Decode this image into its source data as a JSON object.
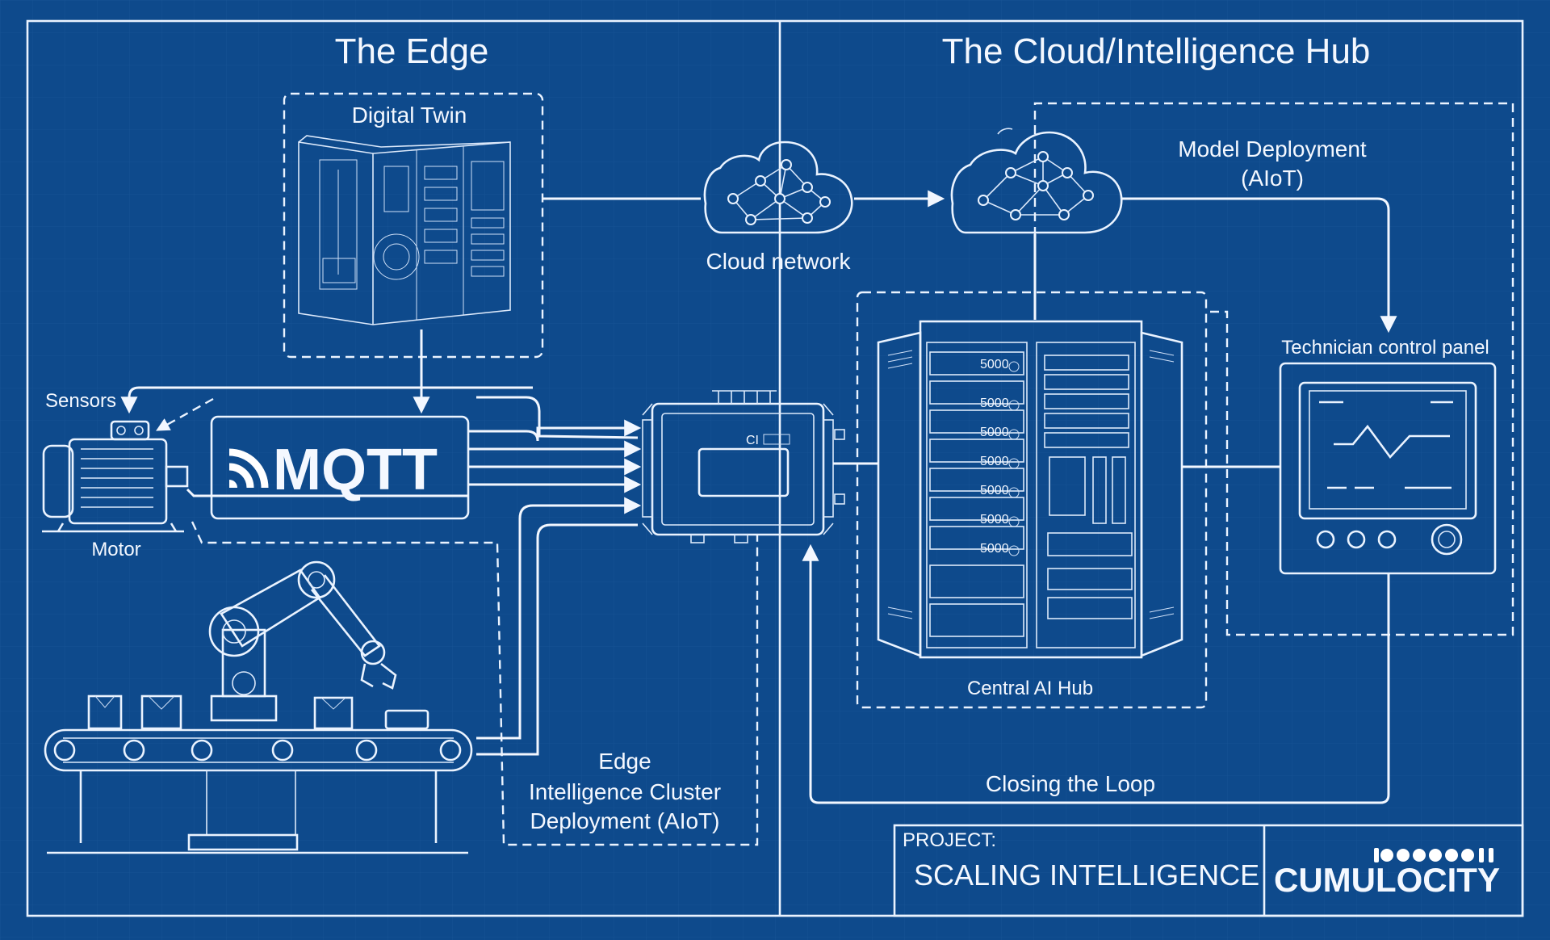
{
  "sections": {
    "edge_title": "The Edge",
    "cloud_title": "The Cloud/Intelligence Hub"
  },
  "labels": {
    "digital_twin": "Digital Twin",
    "sensors": "Sensors",
    "motor": "Motor",
    "mqtt": "MQTT",
    "cloud_network": "Cloud network",
    "model_deployment_line1": "Model Deployment",
    "model_deployment_line2": "(AIoT)",
    "technician_panel": "Technician control panel",
    "central_ai_hub": "Central AI Hub",
    "edge_cluster_line1": "Edge",
    "edge_cluster_line2": "Intelligence Cluster",
    "edge_cluster_line3": "Deployment (AIoT)",
    "closing_loop": "Closing the Loop",
    "gateway_tag": "CI",
    "server_tag": "5000"
  },
  "title_block": {
    "project_label": "PROJECT:",
    "project_name": "SCALING INTELLIGENCE",
    "brand": "CUMULOCITY"
  },
  "colors": {
    "background": "#0e4a8c",
    "lines": "#eaf3ff",
    "text": "#f4f8ff"
  },
  "icons": [
    "cloud-network-icon",
    "ai-cloud-icon",
    "digital-twin-cabinet-icon",
    "motor-icon",
    "sensor-icon",
    "robot-arm-icon",
    "conveyor-icon",
    "edge-gateway-icon",
    "server-rack-icon",
    "control-panel-icon",
    "mqtt-signal-icon",
    "cumulocity-dots-icon"
  ]
}
